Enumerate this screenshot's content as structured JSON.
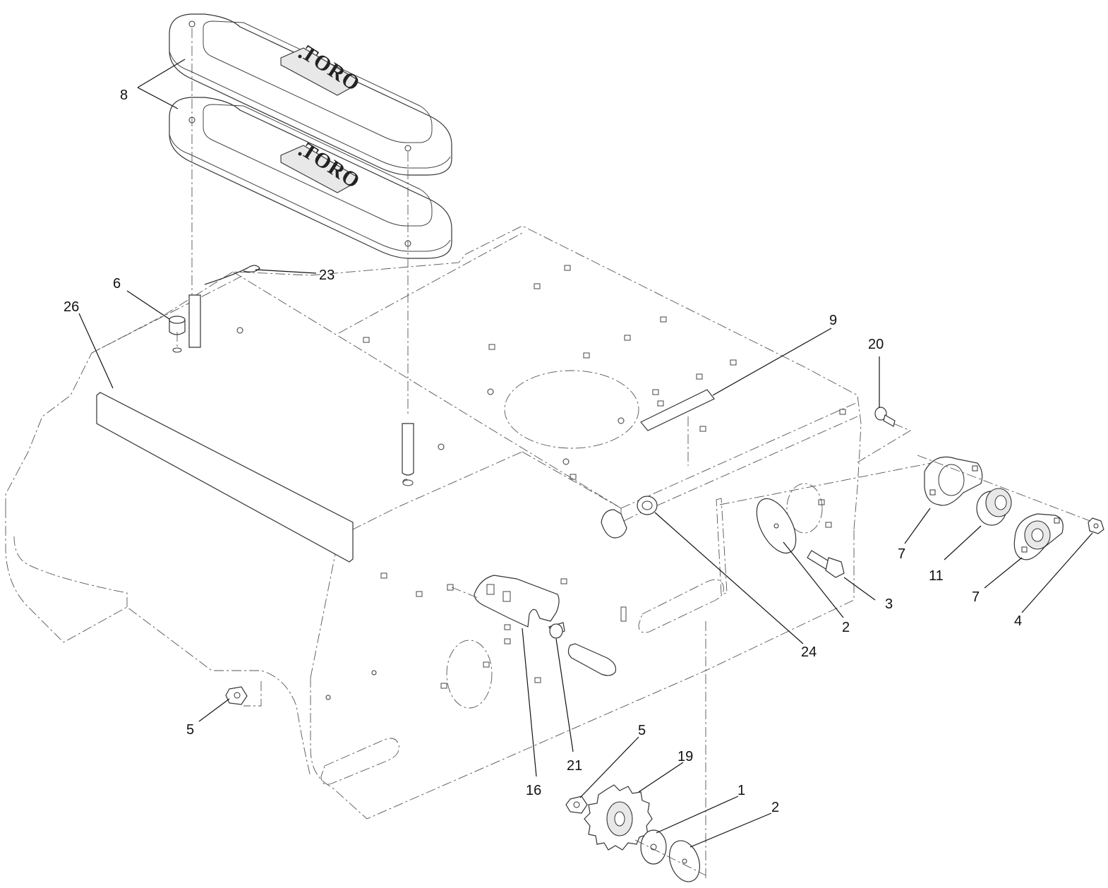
{
  "diagram": {
    "brand_logo": "TORO",
    "callouts": [
      {
        "id": "c-8",
        "label": "8"
      },
      {
        "id": "c-23",
        "label": "23"
      },
      {
        "id": "c-6",
        "label": "6"
      },
      {
        "id": "c-26",
        "label": "26"
      },
      {
        "id": "c-9",
        "label": "9"
      },
      {
        "id": "c-20",
        "label": "20"
      },
      {
        "id": "c-7a",
        "label": "7"
      },
      {
        "id": "c-11",
        "label": "11"
      },
      {
        "id": "c-7b",
        "label": "7"
      },
      {
        "id": "c-4",
        "label": "4"
      },
      {
        "id": "c-3",
        "label": "3"
      },
      {
        "id": "c-2a",
        "label": "2"
      },
      {
        "id": "c-24",
        "label": "24"
      },
      {
        "id": "c-16",
        "label": "16"
      },
      {
        "id": "c-21",
        "label": "21"
      },
      {
        "id": "c-5a",
        "label": "5"
      },
      {
        "id": "c-5b",
        "label": "5"
      },
      {
        "id": "c-19",
        "label": "19"
      },
      {
        "id": "c-1",
        "label": "1"
      },
      {
        "id": "c-2b",
        "label": "2"
      }
    ]
  }
}
